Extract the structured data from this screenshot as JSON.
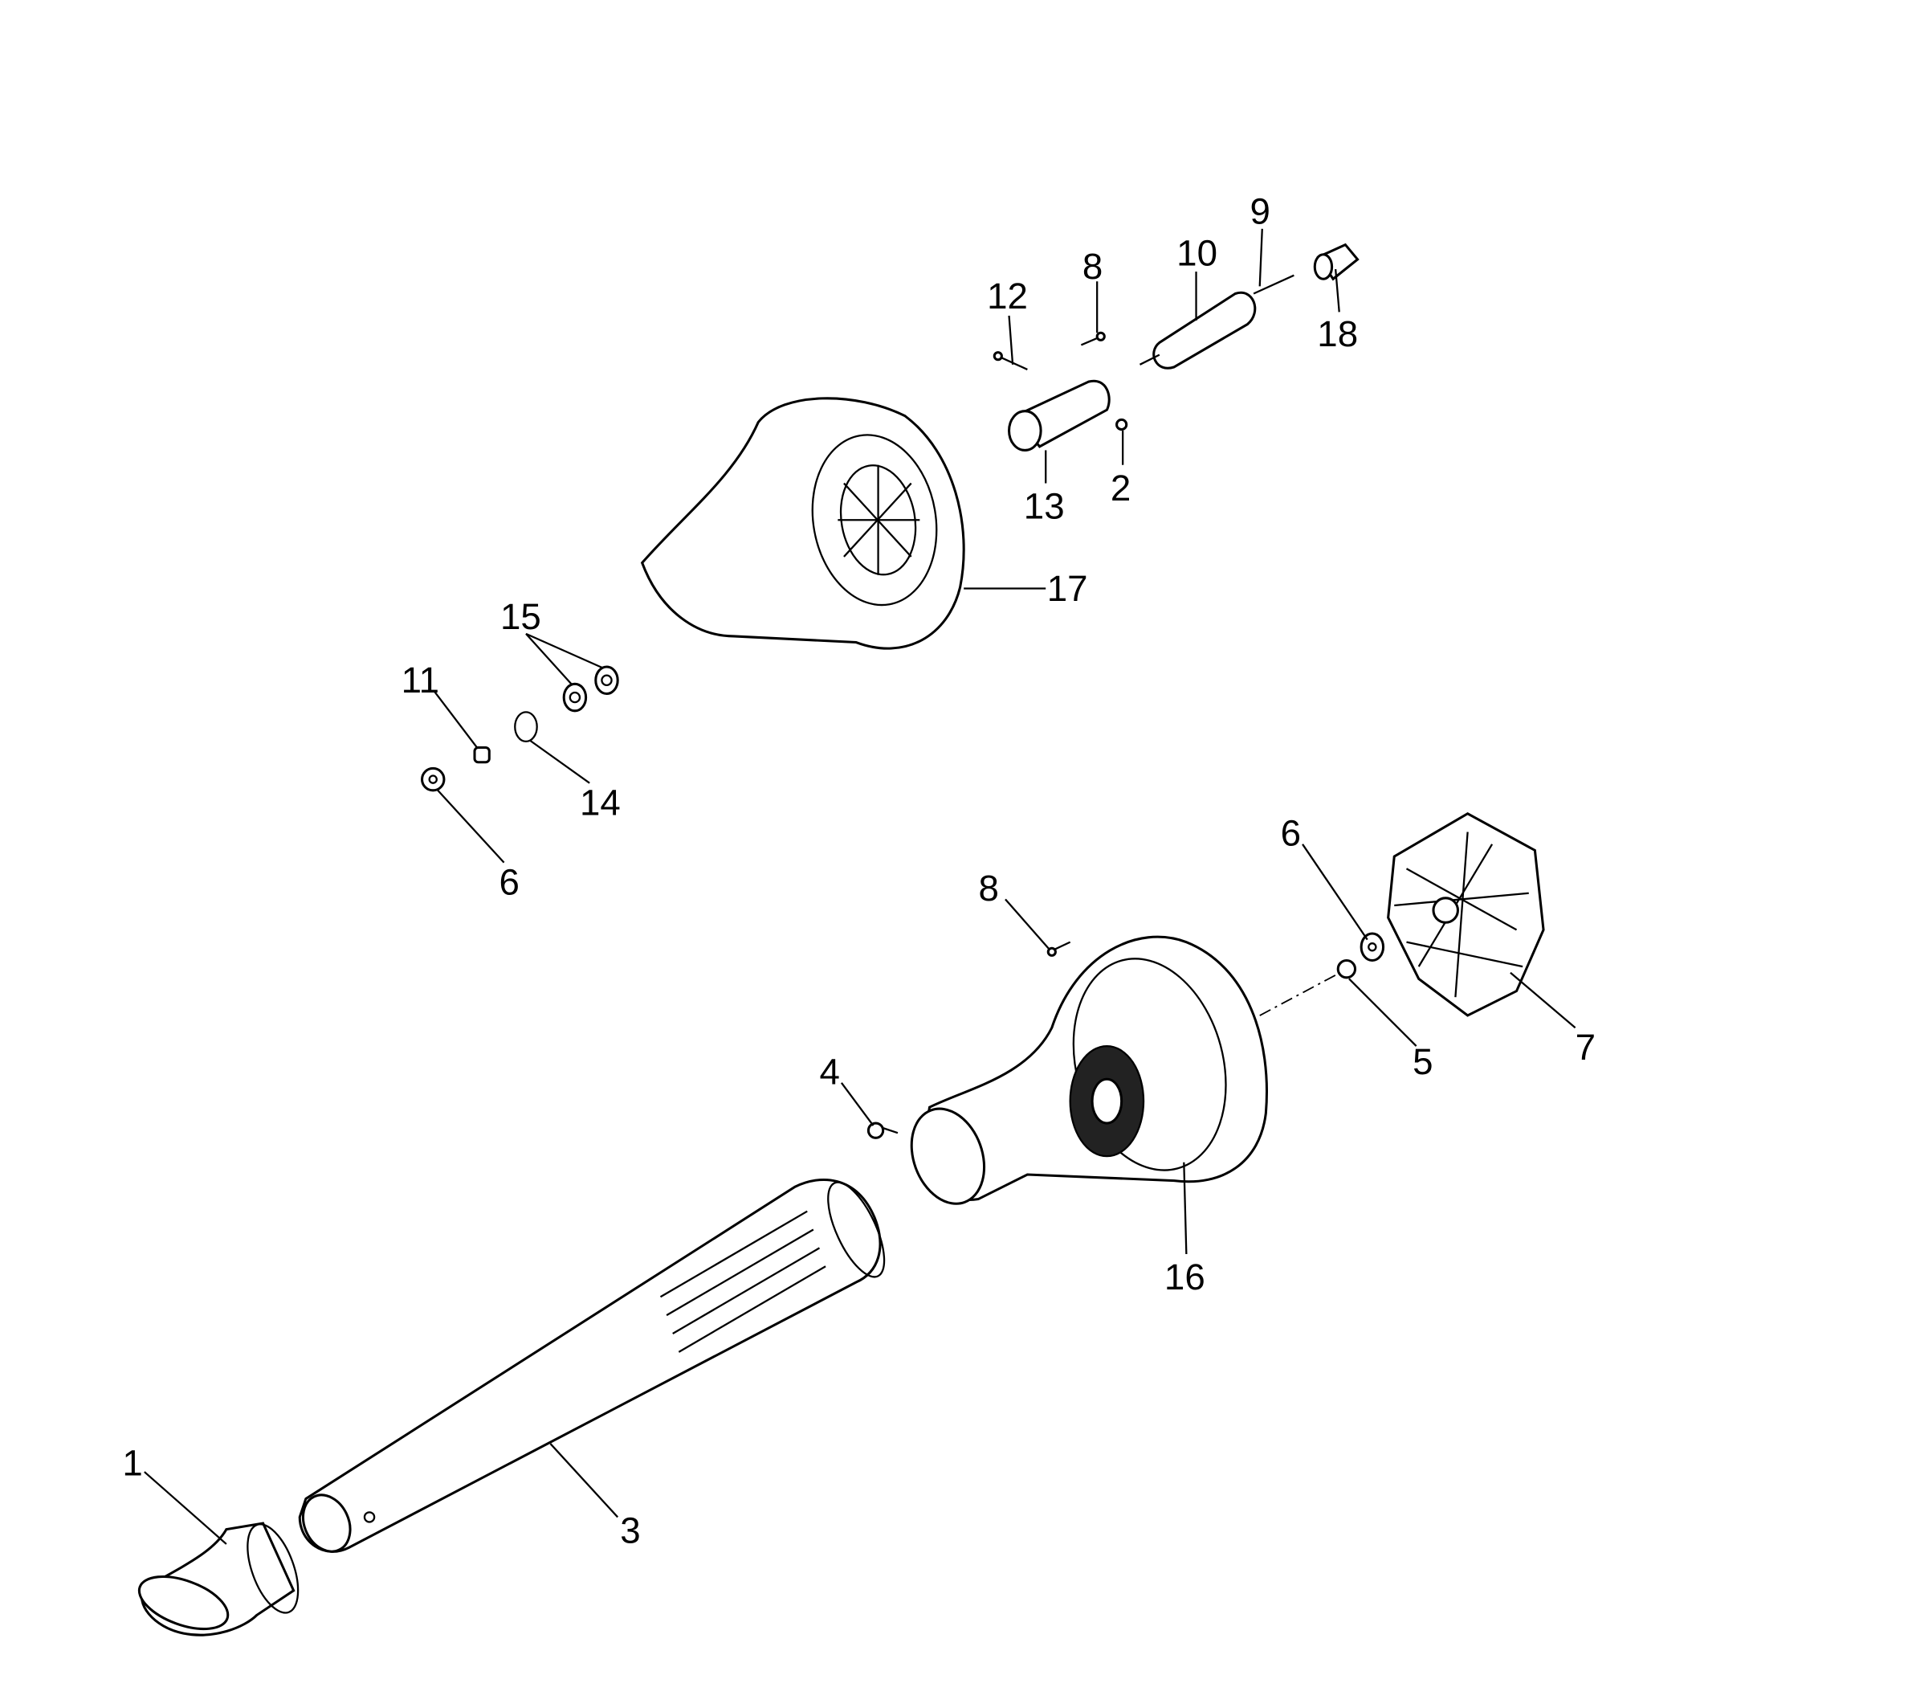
{
  "diagram": {
    "type": "exploded-parts-diagram",
    "callouts": [
      {
        "id": "c1",
        "label": "1"
      },
      {
        "id": "c2",
        "label": "2"
      },
      {
        "id": "c3",
        "label": "3"
      },
      {
        "id": "c4",
        "label": "4"
      },
      {
        "id": "c5",
        "label": "5"
      },
      {
        "id": "c6a",
        "label": "6"
      },
      {
        "id": "c6b",
        "label": "6"
      },
      {
        "id": "c7",
        "label": "7"
      },
      {
        "id": "c8a",
        "label": "8"
      },
      {
        "id": "c8b",
        "label": "8"
      },
      {
        "id": "c9",
        "label": "9"
      },
      {
        "id": "c10",
        "label": "10"
      },
      {
        "id": "c11",
        "label": "11"
      },
      {
        "id": "c12",
        "label": "12"
      },
      {
        "id": "c13",
        "label": "13"
      },
      {
        "id": "c14",
        "label": "14"
      },
      {
        "id": "c15",
        "label": "15"
      },
      {
        "id": "c16",
        "label": "16"
      },
      {
        "id": "c17",
        "label": "17"
      },
      {
        "id": "c18",
        "label": "18"
      }
    ]
  }
}
